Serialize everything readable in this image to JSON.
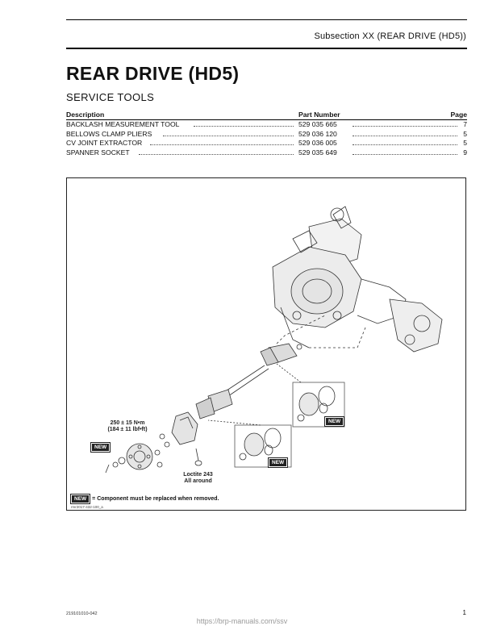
{
  "header": {
    "subsection": "Subsection XX (REAR DRIVE (HD5))"
  },
  "title": "REAR DRIVE (HD5)",
  "section_title": "SERVICE TOOLS",
  "tools_table": {
    "columns": [
      "Description",
      "Part Number",
      "Page"
    ],
    "rows": [
      {
        "description": "BACKLASH MEASUREMENT TOOL",
        "part_number": "529 035 665",
        "page": "7"
      },
      {
        "description": "BELLOWS CLAMP PLIERS",
        "part_number": "529 036 120",
        "page": "5"
      },
      {
        "description": "CV JOINT EXTRACTOR",
        "part_number": "529 036 005",
        "page": "5"
      },
      {
        "description": "SPANNER SOCKET",
        "part_number": "529 035 649",
        "page": "9"
      }
    ]
  },
  "figure": {
    "torque_label_1": "250 ± 15 N•m",
    "torque_label_2": "(184 ± 11 lbf•ft)",
    "loctite_label_1": "Loctite 243",
    "loctite_label_2": "All around",
    "new_badge": "NEW",
    "legend_text": "= Component must be replaced when removed.",
    "figure_code": "rmr2017-432-100_a"
  },
  "footer": {
    "doc_code": "219101010-042",
    "page_number": "1",
    "watermark": "https://brp-manuals.com/ssv"
  }
}
